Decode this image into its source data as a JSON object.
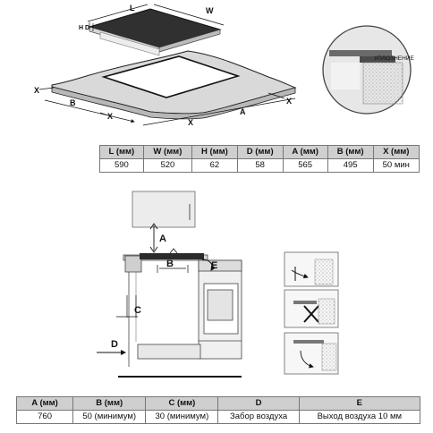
{
  "cooktop_diagram": {
    "labels": {
      "length": "L",
      "width": "W",
      "height": "H",
      "depth": "D",
      "cutout_length": "A",
      "cutout_width": "B",
      "clearance": "X"
    },
    "seal_label": "УПЛОТНЕНИЕ"
  },
  "installation_diagram": {
    "labels": {
      "a": "A",
      "b": "B",
      "c": "C",
      "d": "D",
      "e": "E"
    }
  },
  "dimensions_table": {
    "headers": [
      "L (мм)",
      "W (мм)",
      "H (мм)",
      "D (мм)",
      "A (мм)",
      "B (мм)",
      "X (мм)"
    ],
    "values": [
      "590",
      "520",
      "62",
      "58",
      "565",
      "495",
      "50 мин"
    ]
  },
  "clearance_table": {
    "headers": [
      "A (мм)",
      "B (мм)",
      "C (мм)",
      "D",
      "E"
    ],
    "values": [
      "760",
      "50 (минимум)",
      "30 (минимум)",
      "Забор воздуха",
      "Выход воздуха 10 мм"
    ]
  }
}
